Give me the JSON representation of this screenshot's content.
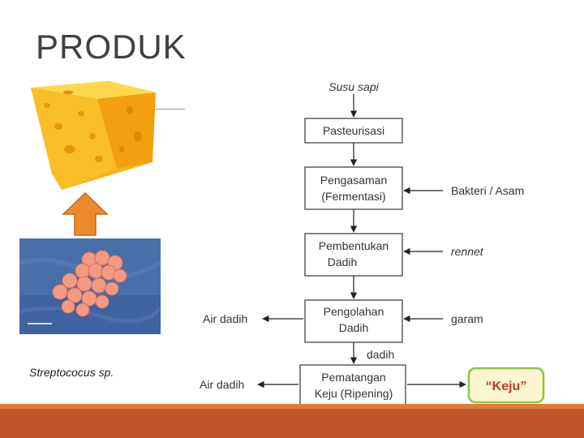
{
  "slide": {
    "title": "PRODUK"
  },
  "left": {
    "caption": "Streptococus sp."
  },
  "flowchart": {
    "input_top": "Susu sapi",
    "steps": [
      {
        "lines": [
          "Pasteurisasi"
        ]
      },
      {
        "lines": [
          "Pengasaman",
          "(Fermentasi)"
        ]
      },
      {
        "lines": [
          "Pembentukan",
          "Dadih"
        ]
      },
      {
        "lines": [
          "Pengolahan",
          "Dadih"
        ]
      },
      {
        "lines": [
          "Pematangan",
          "Keju (Ripening)"
        ]
      }
    ],
    "inputs_right": [
      "Bakteri / Asam",
      "rennet",
      "garam"
    ],
    "outputs_left": [
      "Air dadih",
      "Air dadih"
    ],
    "between_label": "dadih",
    "product": "“Keju”"
  },
  "colors": {
    "accent_bar": "#c0572a",
    "arrow_orange": "#ed8a2c",
    "product_border": "#8cc63f",
    "product_fill": "#fbf6cf",
    "product_text": "#c0392b"
  }
}
